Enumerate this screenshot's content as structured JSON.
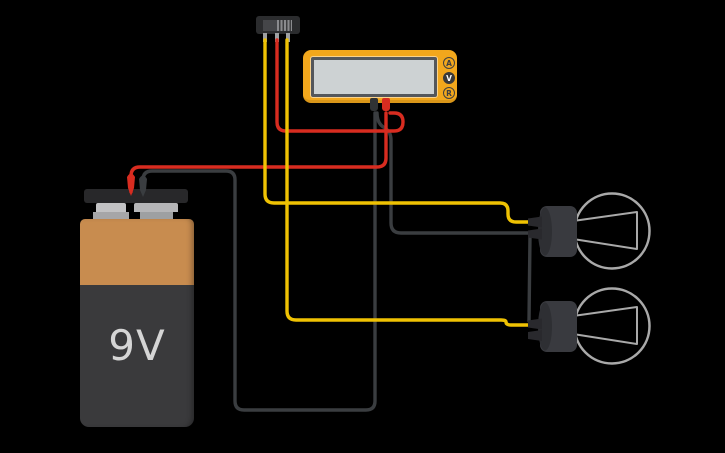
{
  "canvas": {
    "background": "#000000"
  },
  "battery": {
    "label": "9V",
    "case_color": "#C88C4F",
    "sleeve_color": "#3A3A3C"
  },
  "switch": {
    "body_color": "#2B2C2E",
    "knob_color": "#8A8B8E"
  },
  "multimeter": {
    "body_color": "#F2A71C",
    "display_value": "",
    "buttons": [
      {
        "label": "A",
        "selected": false
      },
      {
        "label": "V",
        "selected": true
      },
      {
        "label": "R",
        "selected": false
      }
    ]
  },
  "wires": {
    "red": "#D82C20",
    "yellow": "#EFC203",
    "black": "#3A3D40"
  },
  "bulb": {
    "glass_outline": "#A9A9A9",
    "socket_color": "#393A3F",
    "terminal_color": "#29292D"
  }
}
